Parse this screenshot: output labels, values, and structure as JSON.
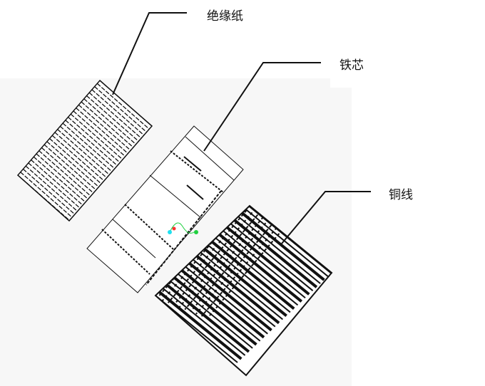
{
  "labels": {
    "insulating_paper": "绝缘纸",
    "iron_core": "铁芯",
    "copper_wire": "铜线"
  },
  "colors": {
    "line": "#111111",
    "background_panel": "#f7f7f7",
    "axis_x": "#ff3030",
    "axis_y": "#20d040",
    "axis_z": "#20e0f0"
  }
}
